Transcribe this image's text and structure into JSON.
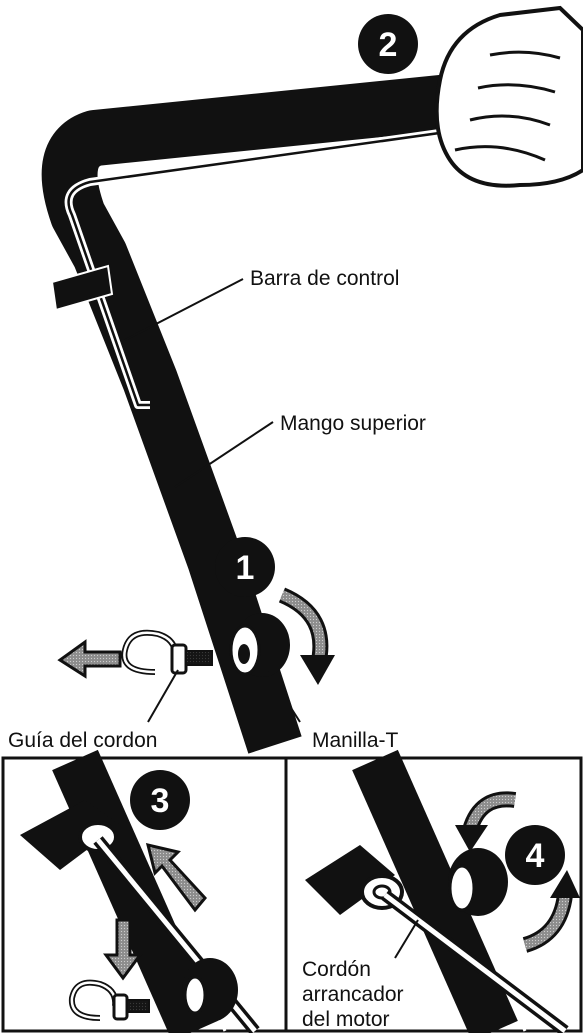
{
  "labels": {
    "control_bar": "Barra de control",
    "upper_handle": "Mango superior",
    "rope_guide": "Guía del cordon",
    "t_knob": "Manilla-T",
    "starter_rope_line1": "Cordón",
    "starter_rope_line2": "arrancador",
    "starter_rope_line3": "del motor"
  },
  "steps": [
    "1",
    "2",
    "3",
    "4"
  ],
  "colors": {
    "ink": "#111111",
    "paper": "#ffffff",
    "gray": "#9a9a9a"
  },
  "icons": [
    "hand-icon",
    "arrow-curved-icon",
    "arrow-left-icon",
    "arrow-down-icon"
  ]
}
